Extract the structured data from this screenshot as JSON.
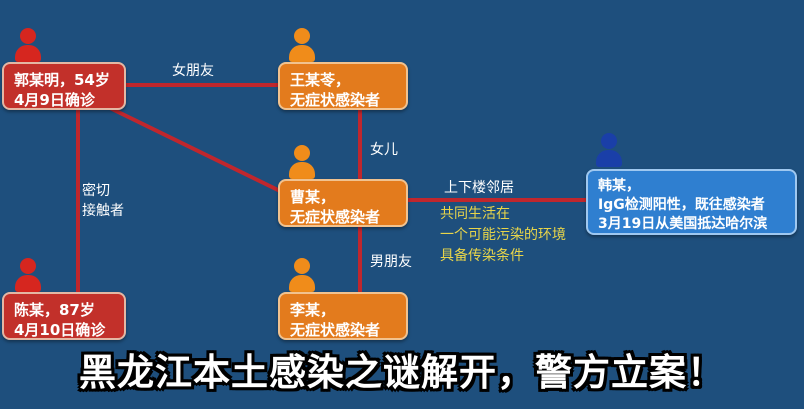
{
  "nodes": {
    "guo": {
      "line1": "郭某明，54岁",
      "line2": "4月9日确诊"
    },
    "wang": {
      "line1": "王某苓，",
      "line2": "无症状感染者"
    },
    "cao": {
      "line1": "曹某，",
      "line2": "无症状感染者"
    },
    "chen": {
      "line1": "陈某，87岁",
      "line2": "4月10日确诊"
    },
    "li": {
      "line1": "李某，",
      "line2": "无症状感染者"
    },
    "han": {
      "line1": "韩某，",
      "line2": "IgG检测阳性，既往感染者",
      "line3": "3月19日从美国抵达哈尔滨"
    }
  },
  "edges": {
    "guo_wang": "女朋友",
    "wang_cao": "女儿",
    "cao_li": "男朋友",
    "guo_chen_line1": "密切",
    "guo_chen_line2": "接触者",
    "cao_han": "上下楼邻居"
  },
  "notes": [
    "共同生活在",
    "一个可能污染的环境",
    "具备传染条件"
  ],
  "headline": "黑龙江本土感染之谜解开，警方立案！",
  "colors": {
    "background": "#1e4f7d",
    "confirmed": "#c2302a",
    "asymptomatic": "#e37b1d",
    "past_infection": "#2f7fd0",
    "edge": "#c0272d",
    "note_text": "#e8d54a"
  }
}
